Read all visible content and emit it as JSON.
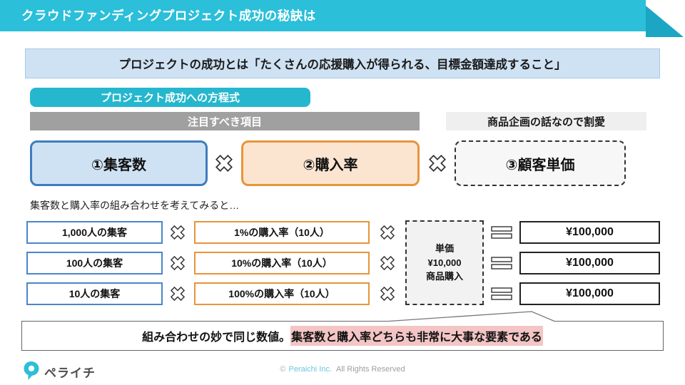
{
  "header": {
    "title": "クラウドファンディングプロジェクト成功の秘訣は"
  },
  "lead": {
    "text": "プロジェクトの成功とは「たくさんの応援購入が得られる、目標金額達成すること」"
  },
  "formula": {
    "badge": "プロジェクト成功への方程式",
    "focus_header": "注目すべき項目",
    "skip_header": "商品企画の話なので割愛",
    "factor1": "①集客数",
    "factor2": "②購入率",
    "factor3": "③顧客単価"
  },
  "examples": {
    "intro": "集客数と購入率の組み合わせを考えてみると…",
    "rows": [
      {
        "visitors": "1,000人の集客",
        "rate": "1%の購入率（10人）",
        "result": "¥100,000"
      },
      {
        "visitors": "100人の集客",
        "rate": "10%の購入率（10人）",
        "result": "¥100,000"
      },
      {
        "visitors": "10人の集客",
        "rate": "100%の購入率（10人）",
        "result": "¥100,000"
      }
    ],
    "unit_box": {
      "line1": "単価",
      "line2": "¥10,000",
      "line3": "商品購入"
    }
  },
  "conclusion": {
    "plain": "組み合わせの妙で同じ数値。",
    "highlight": "集客数と購入率どちらも非常に大事な要素である"
  },
  "footer": {
    "logo_text": "ペライチ",
    "copyright_symbol": "©",
    "company": "Peraichi Inc.",
    "rights": "All Rights Reserved"
  },
  "colors": {
    "header_teal": "#2BBFD9",
    "header_teal_dark": "#1CA6C4",
    "badge_teal": "#25B7CE",
    "lead_bg": "#CFE2F3",
    "blue_border": "#3D7DBF",
    "orange_border": "#E8943A",
    "orange_bg": "#FBE5D0",
    "gray_bar": "#A0A0A0",
    "skip_bg": "#EFEFEF",
    "pink_highlight": "#F3C5C5"
  }
}
